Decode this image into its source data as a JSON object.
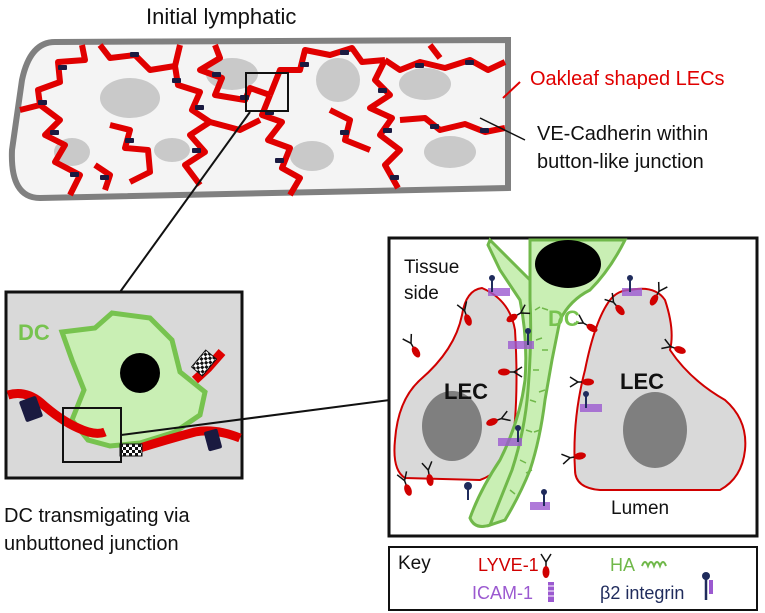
{
  "top": {
    "title": "Initial lymphatic",
    "oakleaf_label": "Oakleaf shaped LECs",
    "vecad_line1": "VE-Cadherin within",
    "vecad_line2": "button-like junction"
  },
  "left_panel": {
    "dc_label": "DC",
    "caption_line1": "DC transmigating via",
    "caption_line2": "unbuttoned junction"
  },
  "right_panel": {
    "tissue_line1": "Tissue",
    "tissue_line2": "side",
    "dc_label": "DC",
    "lec_left": "LEC",
    "lec_right": "LEC",
    "lumen": "Lumen"
  },
  "key": {
    "title": "Key",
    "lyve1": "LYVE-1",
    "ha": "HA",
    "icam1": "ICAM-1",
    "b2": "β2 integrin"
  },
  "colors": {
    "lec_red": "#e00000",
    "vessel_gray": "#808080",
    "cell_fill": "#d9d9d9",
    "nucleus": "#a6a6a6",
    "dc_green": "#c9efb4",
    "dc_border": "#77c34f",
    "icam_purple": "#9b59d0",
    "integrin_navy": "#1f2b5c",
    "ha_green": "#70b84a"
  }
}
